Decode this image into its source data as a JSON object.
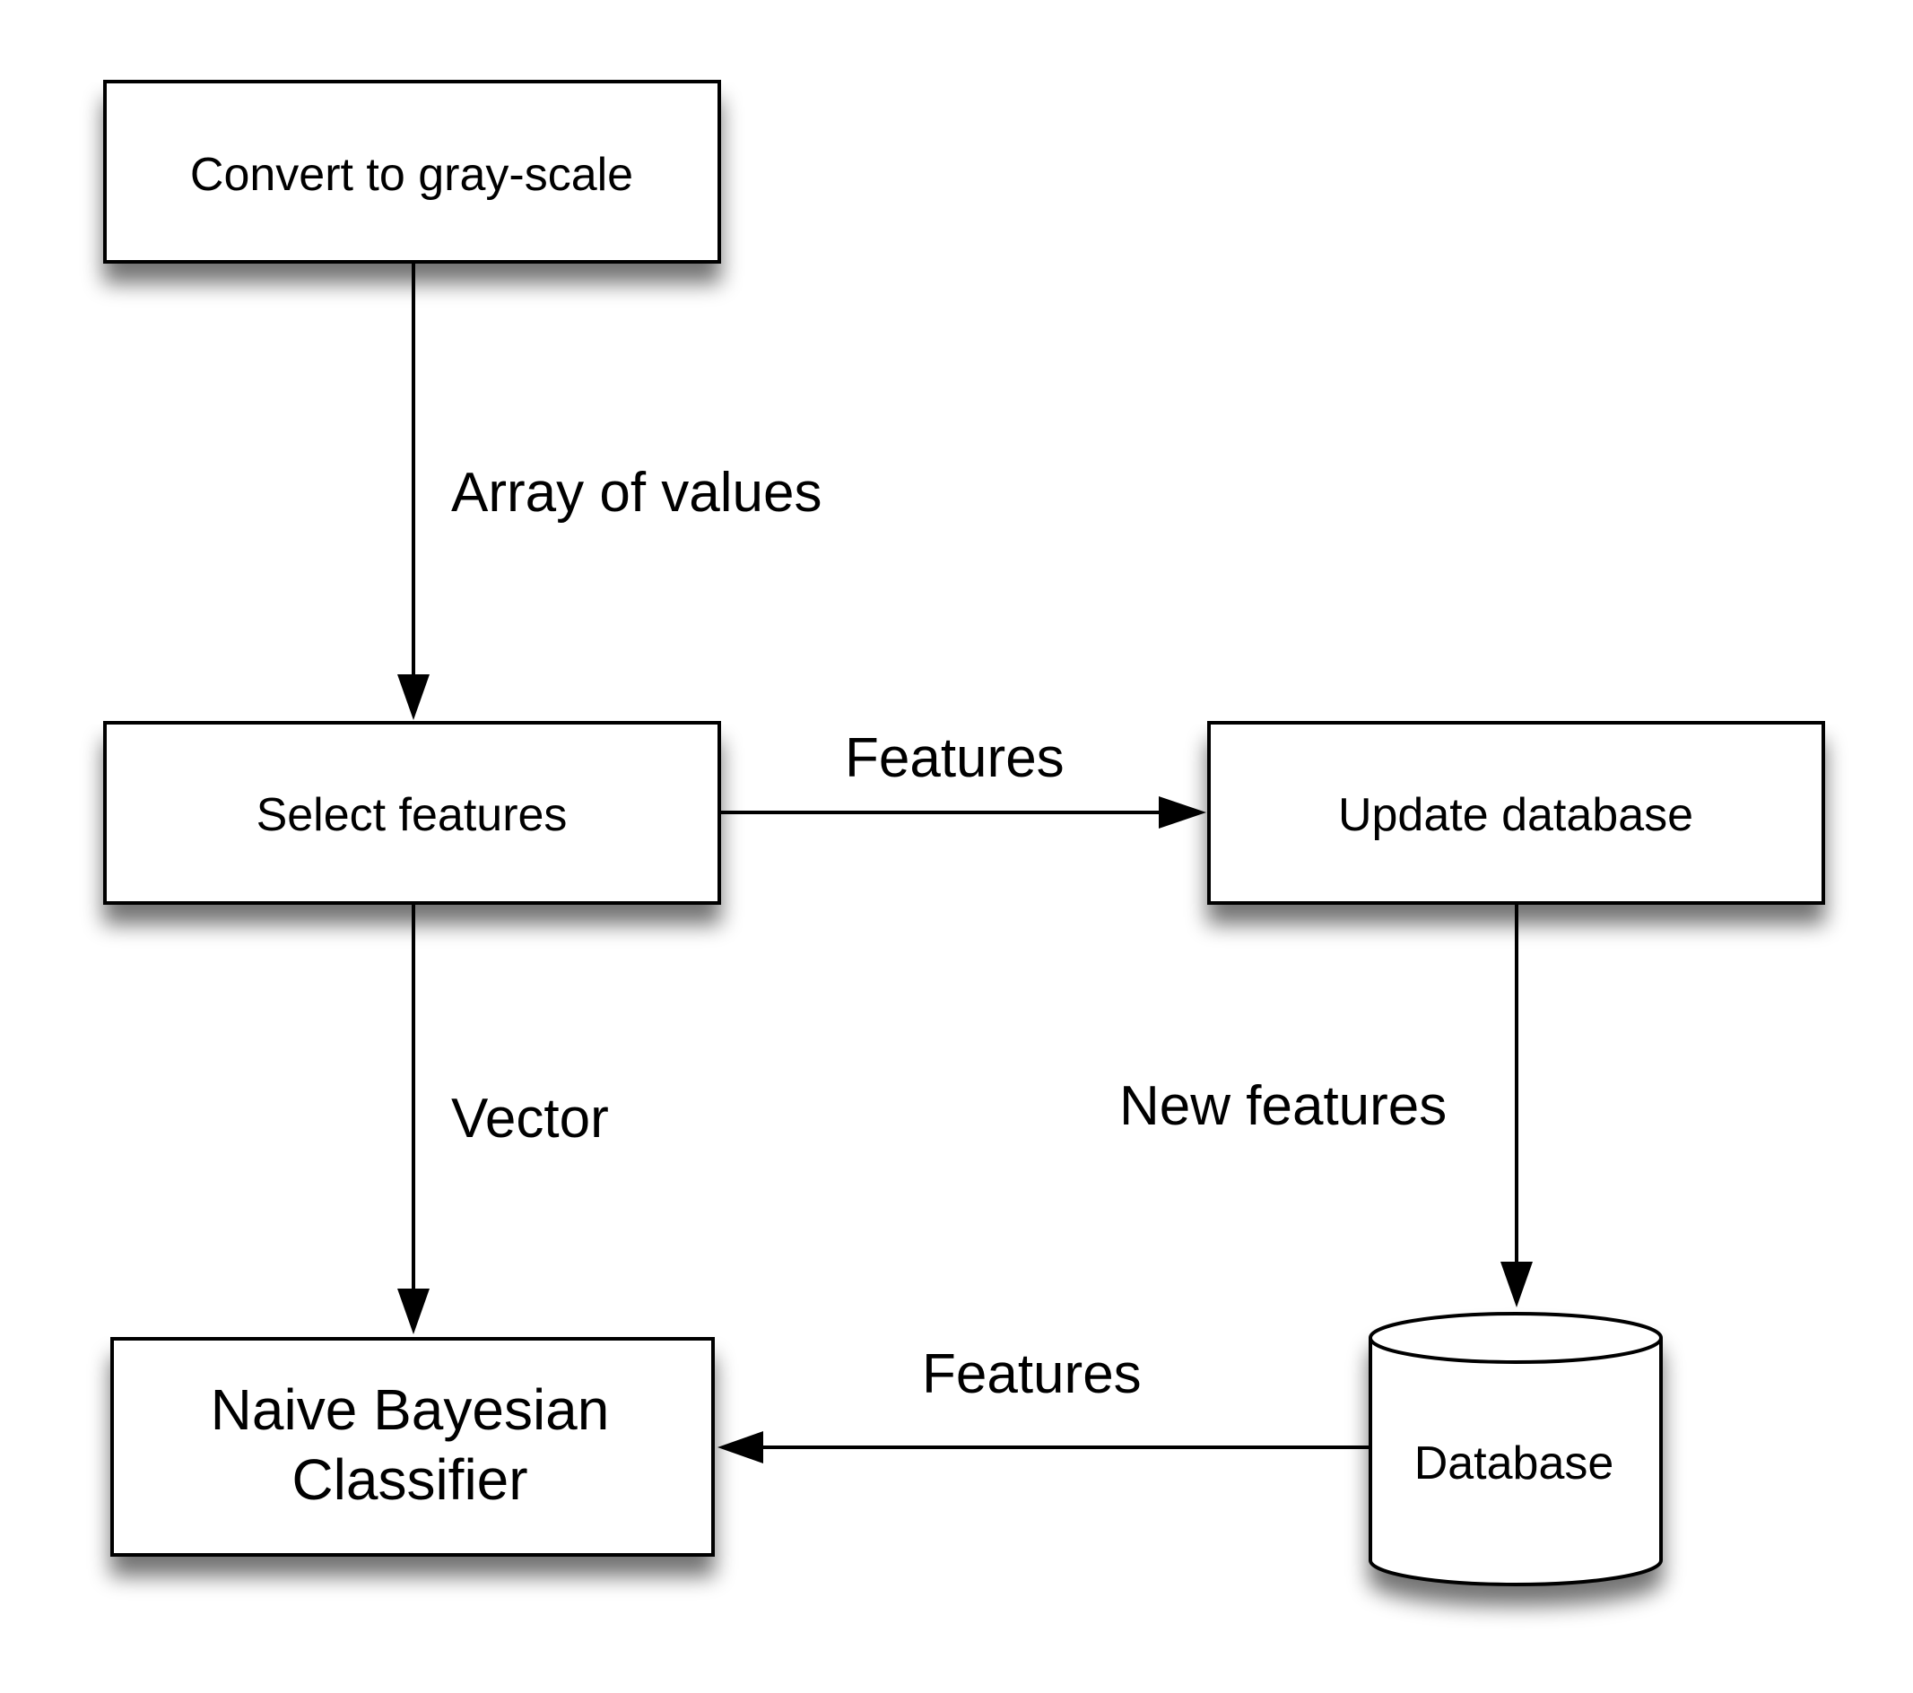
{
  "diagram": {
    "type": "flowchart",
    "nodes": {
      "convert": {
        "label": "Convert to gray-scale",
        "shape": "rectangle"
      },
      "select": {
        "label": "Select features",
        "shape": "rectangle"
      },
      "update": {
        "label": "Update database",
        "shape": "rectangle"
      },
      "classifier": {
        "label_line1": "Naive Bayesian",
        "label_line2": "Classifier",
        "shape": "rectangle"
      },
      "database": {
        "label": "Database",
        "shape": "cylinder"
      }
    },
    "edges": {
      "convert_to_select": {
        "from": "Convert to gray-scale",
        "to": "Select features",
        "label": "Array of values"
      },
      "select_to_update": {
        "from": "Select features",
        "to": "Update database",
        "label": "Features"
      },
      "select_to_classifier": {
        "from": "Select features",
        "to": "Naive Bayesian Classifier",
        "label": "Vector"
      },
      "update_to_database": {
        "from": "Update database",
        "to": "Database",
        "label": "New features"
      },
      "database_to_classifier": {
        "from": "Database",
        "to": "Naive Bayesian Classifier",
        "label": "Features"
      }
    },
    "colors": {
      "stroke": "#000000",
      "fill": "#ffffff",
      "shadow": "#555555"
    }
  }
}
